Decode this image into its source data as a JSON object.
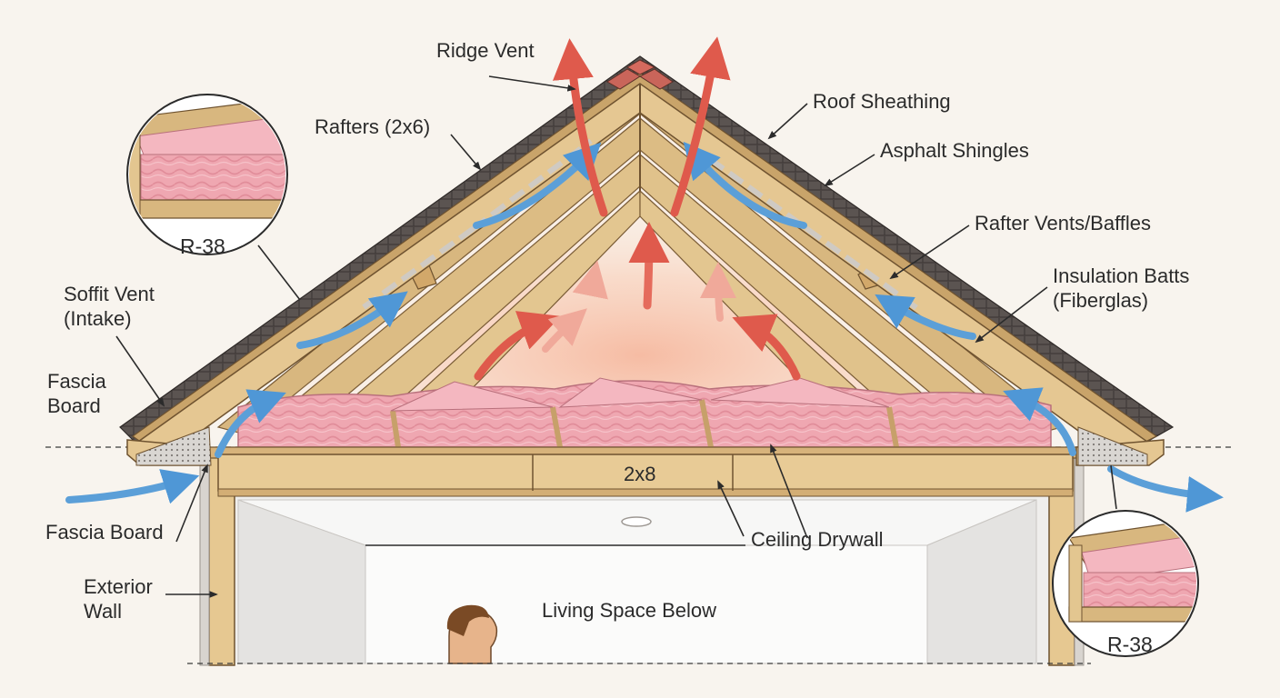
{
  "labels": {
    "ridge_vent": "Ridge Vent",
    "rafters": "Rafters (2x6)",
    "roof_sheathing": "Roof Sheathing",
    "asphalt_shingles": "Asphalt Shingles",
    "rafter_vents": "Rafter Vents/Baffles",
    "insulation_batts": [
      "Insulation Batts",
      "(Fiberglas)"
    ],
    "soffit_vent": [
      "Soffit Vent",
      "(Intake)"
    ],
    "fascia_board_upper": [
      "Fascia",
      "Board"
    ],
    "fascia_board_lower": "Fascia Board",
    "exterior_wall": [
      "Exterior",
      "Wall"
    ],
    "joist_size": "2x8",
    "ceiling_drywall": "Ceiling Drywall",
    "living_space": "Living Space Below"
  },
  "insets": {
    "left_rvalue": "R-38",
    "right_rvalue": "R-38"
  },
  "colors": {
    "background": "#f8f4ee",
    "wood": "#e3c48e",
    "wood_outline": "#6f5330",
    "shingles": "#5a5350",
    "insulation": "#eea3ad",
    "intake_air": "#5b9fd8",
    "exhaust_air": "#df5a4c",
    "drywall": "#f2f2f0"
  }
}
